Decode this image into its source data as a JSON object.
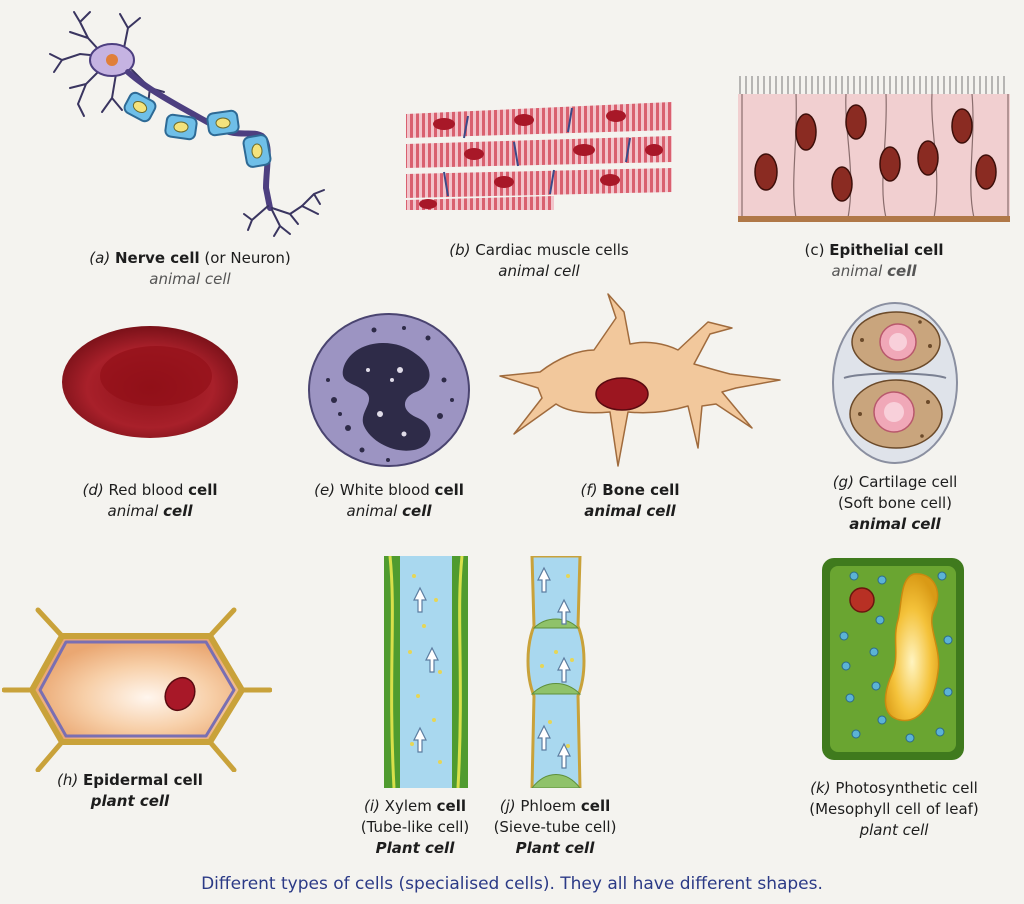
{
  "cells": {
    "a": {
      "label": "(a)",
      "name": "Nerve cell",
      "extra": "(or Neuron)",
      "type": "animal cell"
    },
    "b": {
      "label": "(b)",
      "name": "Cardiac muscle cells",
      "type": "animal cell"
    },
    "c": {
      "label": "(c)",
      "name": "Epithelial cell",
      "type_pre": "animal",
      "type_post": "cell"
    },
    "d": {
      "label": "(d)",
      "name_pre": "Red blood",
      "name_post": "cell",
      "type_pre": "animal",
      "type_post": "cell"
    },
    "e": {
      "label": "(e)",
      "name_pre": "White blood",
      "name_post": "cell",
      "type_pre": "animal",
      "type_post": "cell"
    },
    "f": {
      "label": "(f)",
      "name": "Bone cell",
      "type": "animal cell"
    },
    "g": {
      "label": "(g)",
      "name": "Cartilage cell",
      "extra": "(Soft bone cell)",
      "type": "animal cell"
    },
    "h": {
      "label": "(h)",
      "name": "Epidermal cell",
      "type": "plant cell"
    },
    "i": {
      "label": "(i)",
      "name_pre": "Xylem",
      "name_post": "cell",
      "extra": "(Tube-like cell)",
      "type": "Plant cell"
    },
    "j": {
      "label": "(j)",
      "name_pre": "Phloem",
      "name_post": "cell",
      "extra": "(Sieve-tube cell)",
      "type": "Plant cell"
    },
    "k": {
      "label": "(k)",
      "name": "Photosynthetic cell",
      "extra": "(Mesophyll cell of leaf)",
      "type": "plant cell"
    }
  },
  "figure_caption": "Different types of cells (specialised cells). They all have different shapes.",
  "colors": {
    "caption_blue": "#2b3a86",
    "rbc_red": "#9c1620",
    "muscle_pink": "#e69ba6",
    "epithelial_pink": "#f1cfd0",
    "bone_tan": "#f2c89c",
    "leaf_green": "#5e9a2c",
    "xylem_blue": "#a9d8ef"
  }
}
